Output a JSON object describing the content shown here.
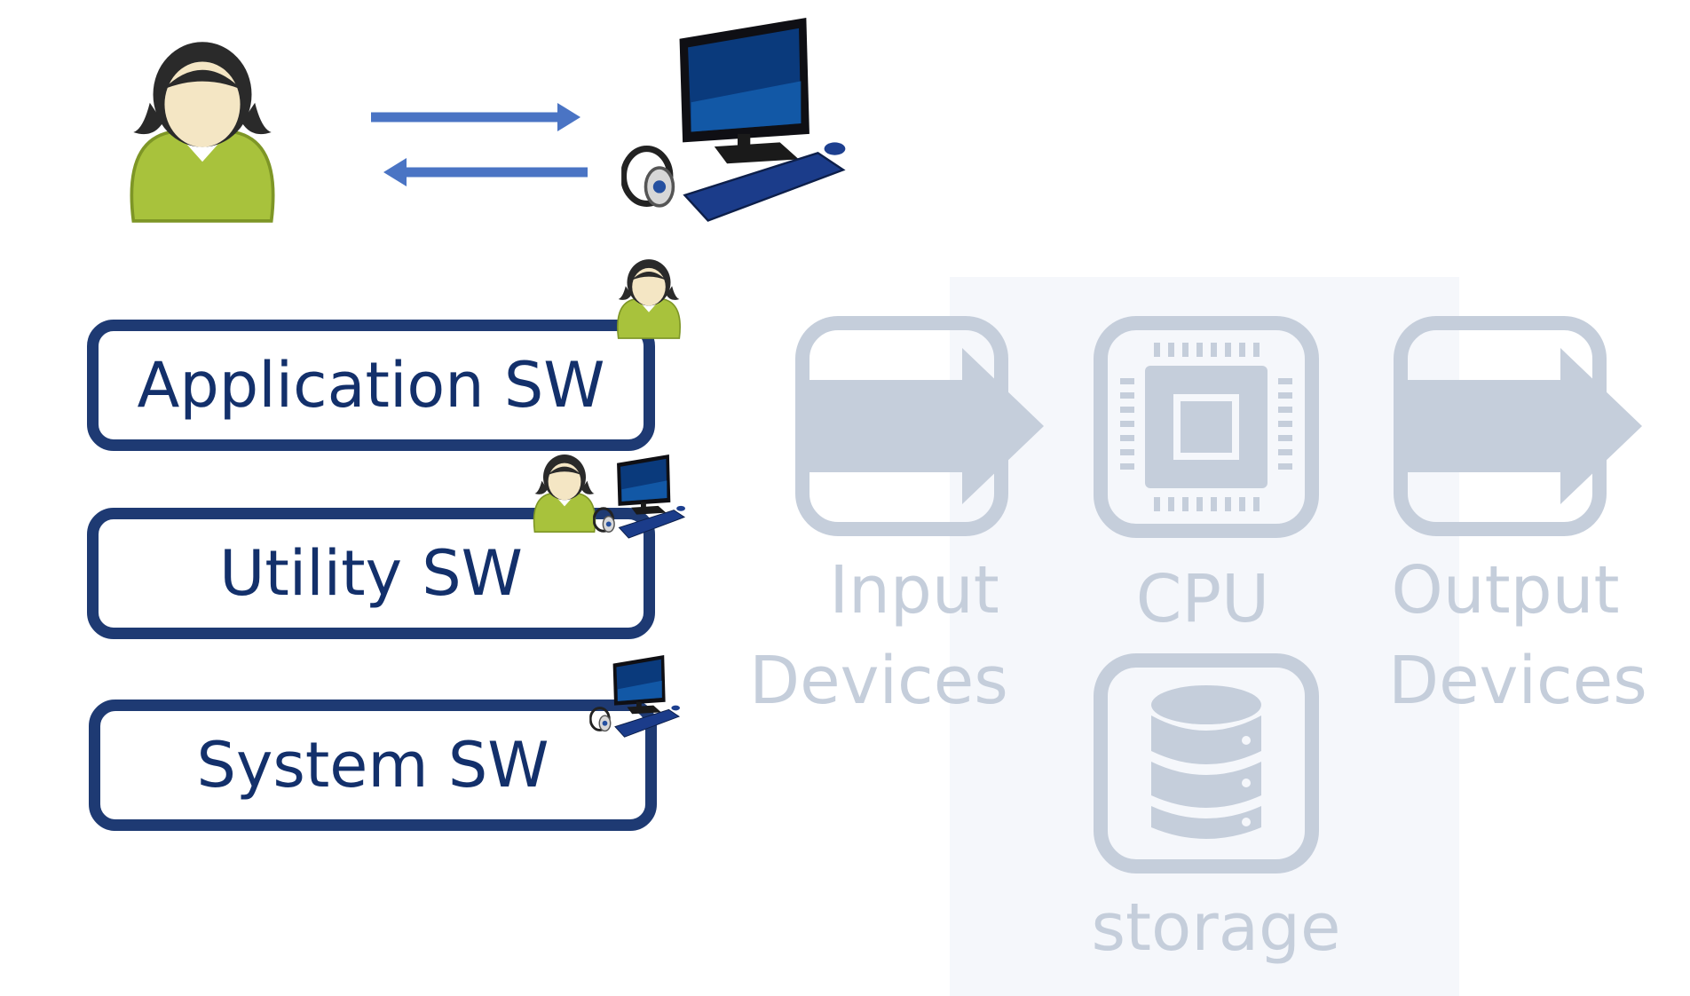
{
  "layers": [
    {
      "id": "application",
      "label": "Application SW"
    },
    {
      "id": "utility",
      "label": "Utility SW"
    },
    {
      "id": "system",
      "label": "System SW"
    }
  ],
  "hardware": {
    "input": {
      "line1": "Input",
      "line2": "Devices",
      "icon": "input-arrow-icon"
    },
    "cpu": {
      "label": "CPU",
      "icon": "cpu-chip-icon"
    },
    "output": {
      "line1": "Output",
      "line2": "Devices",
      "icon": "output-arrow-icon"
    },
    "storage": {
      "label": "storage",
      "icon": "database-icon"
    }
  },
  "colors": {
    "box_border": "#1e3a73",
    "box_text": "#13306b",
    "hardware_faded": "#c5cedb",
    "arrow": "#4a74c4",
    "user_body": "#a8c23c"
  }
}
